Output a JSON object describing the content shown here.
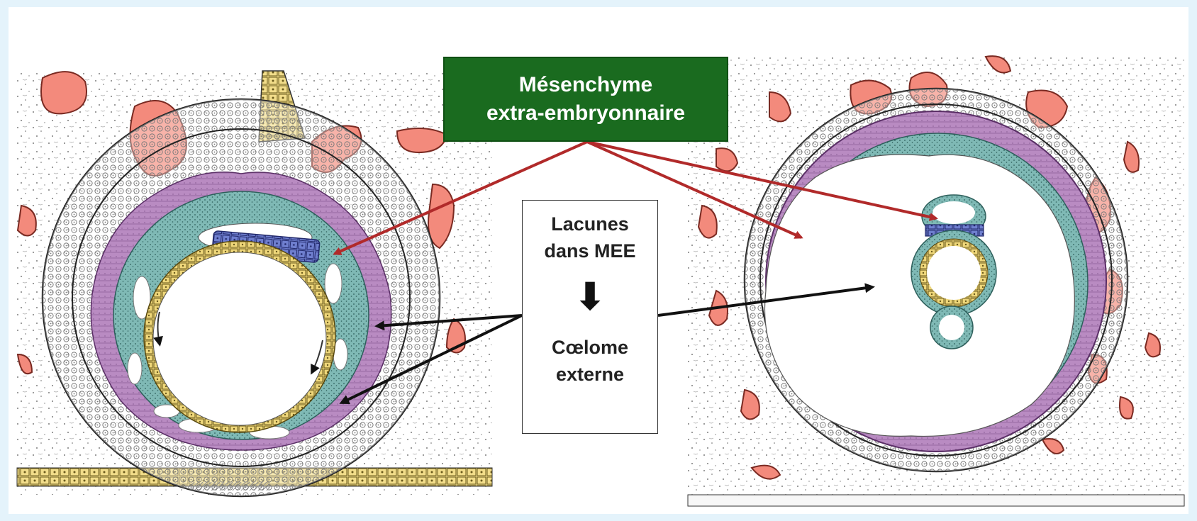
{
  "labels": {
    "mesenchyme": {
      "line1": "Mésenchyme",
      "line2": "extra-embryonnaire"
    },
    "lacunes": {
      "line1": "Lacunes",
      "line2": "dans MEE",
      "line3": "Cœlome",
      "line4": "externe"
    }
  },
  "icons": {
    "down_arrow": "down-arrow-icon"
  },
  "colors": {
    "background": "#e4f3fb",
    "label_green": "#1a6b1f",
    "red_arrow": "#b12a2a",
    "mesenchyme_purple": "#b98bc2",
    "teal": "#7fb9b5",
    "yolk": "#efd77a",
    "amniotic_blue": "#6f7fcf",
    "vessel_pink": "#f38a7c"
  }
}
